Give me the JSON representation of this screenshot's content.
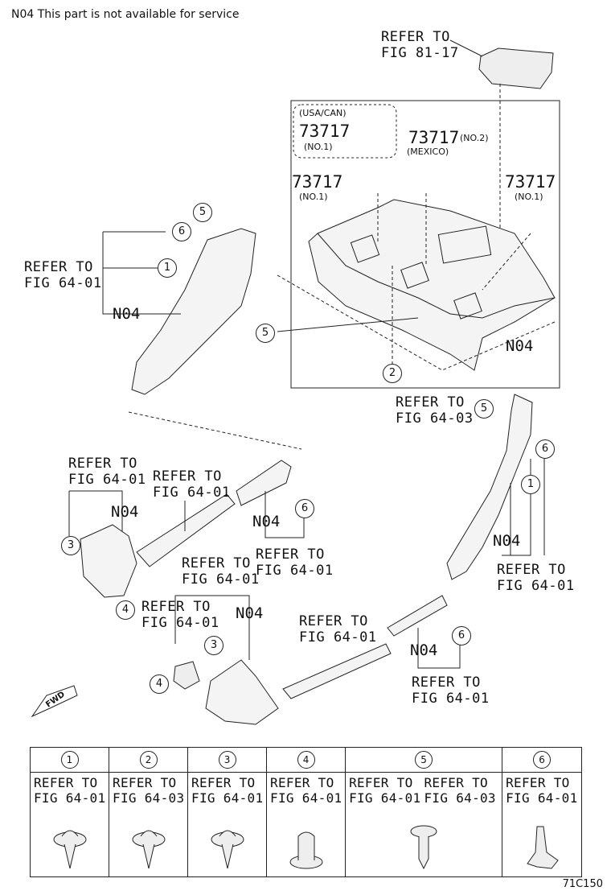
{
  "header_note": "N04 This part is not available for service",
  "figure_code": "71C150",
  "fwd_label": "FWD",
  "labels": {
    "refer_81_17": "REFER TO\nFIG 81-17",
    "refer_left_upper": "REFER TO\nFIG 64-01",
    "refer_64_03_mid": "REFER TO\nFIG 64-03",
    "refer_left_mid": "REFER TO\nFIG 64-01",
    "refer_mid_mid": "REFER TO\nFIG 64-01",
    "refer_under_n04_1": "REFER TO\nFIG 64-01",
    "refer_center": "REFER TO\nFIG 64-01",
    "refer_small": "REFER TO\nFIG 64-01",
    "refer_right_sill": "REFER TO\nFIG 64-01",
    "refer_bottom_right": "REFER TO\nFIG 64-01",
    "refer_right_pillar": "REFER TO\nFIG 64-01"
  },
  "n04_labels": [
    "N04",
    "N04",
    "N04",
    "N04",
    "N04",
    "N04",
    "N04"
  ],
  "part_numbers": [
    {
      "pn": "73717",
      "sub": "(NO.1)",
      "extra": "(USA/CAN)"
    },
    {
      "pn": "73717",
      "sub": "(NO.2)",
      "extra": "(MEXICO)"
    },
    {
      "pn": "73717",
      "sub": "(NO.1)"
    },
    {
      "pn": "73717",
      "sub": "(NO.1)"
    }
  ],
  "callouts": [
    "5",
    "6",
    "1",
    "5",
    "2",
    "5",
    "6",
    "1",
    "3",
    "6",
    "4",
    "3",
    "4",
    "6"
  ],
  "clip_table": {
    "headers": [
      "1",
      "2",
      "3",
      "4",
      "5",
      "6"
    ],
    "refs": [
      [
        "REFER TO\nFIG 64-01"
      ],
      [
        "REFER TO\nFIG 64-03"
      ],
      [
        "REFER TO\nFIG 64-01"
      ],
      [
        "REFER TO\nFIG 64-01"
      ],
      [
        "REFER TO\nFIG 64-01",
        "REFER TO\nFIG 64-03"
      ],
      [
        "REFER TO\nFIG 64-01"
      ]
    ]
  }
}
